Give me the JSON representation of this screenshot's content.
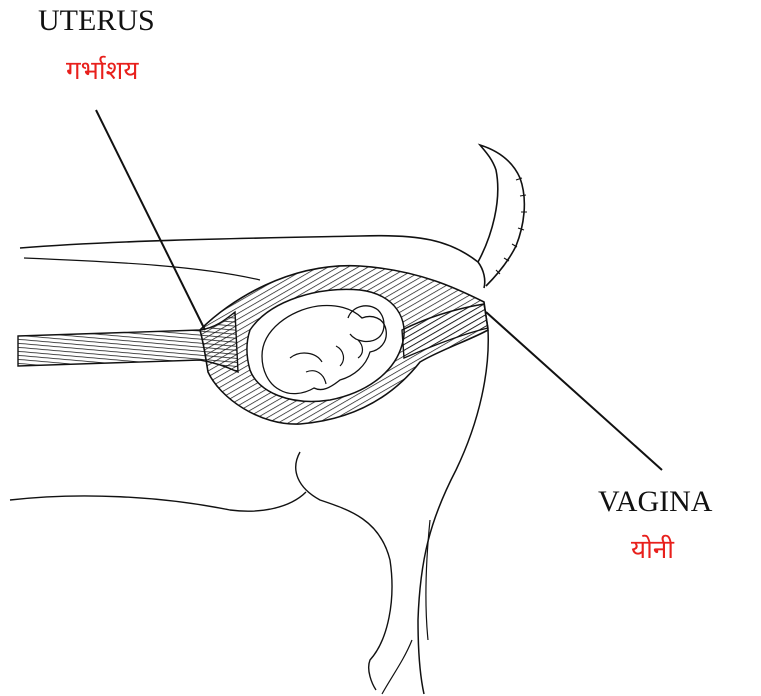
{
  "labels": {
    "uterus": {
      "english": "UTERUS",
      "hindi": "गर्भाशय"
    },
    "vagina": {
      "english": "VAGINA",
      "hindi": "योनी"
    }
  },
  "colors": {
    "english_label": "#111111",
    "hindi_label": "#e8201c",
    "line_art": "#111111",
    "background": "#ffffff"
  }
}
